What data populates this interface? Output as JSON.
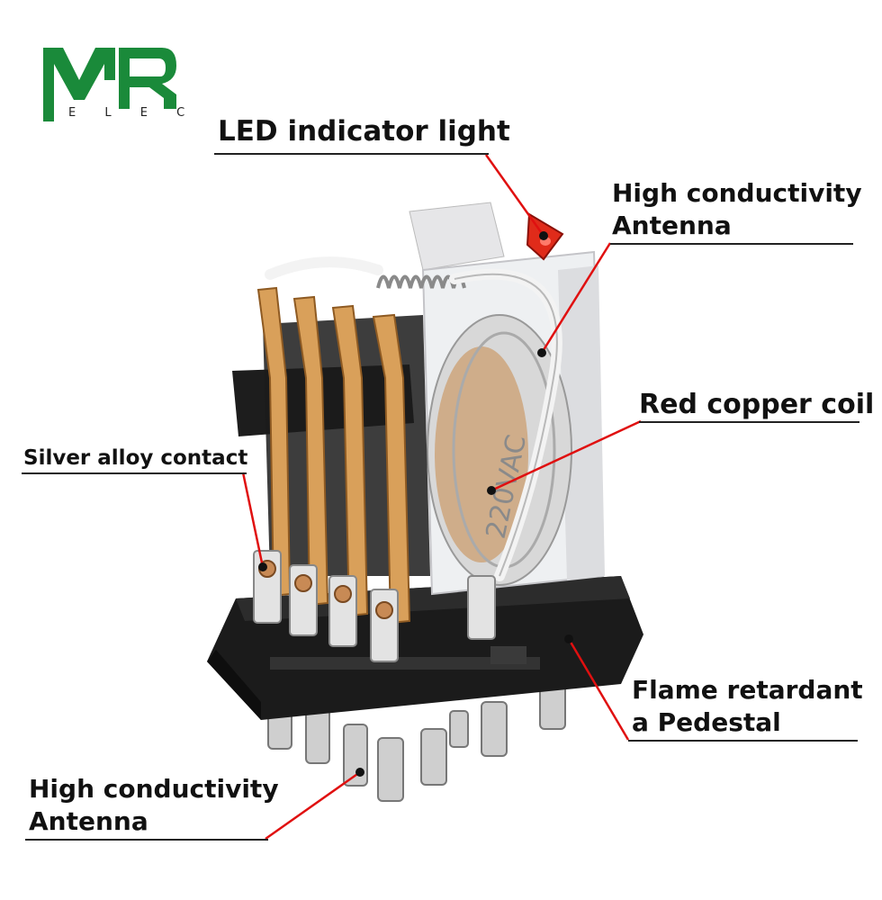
{
  "logo": {
    "letters": "MR",
    "subtext": "E L E C",
    "color": "#1a8a3a"
  },
  "callouts": [
    {
      "id": "led",
      "text": "LED indicator light"
    },
    {
      "id": "antenna-top",
      "line1": "High conductivity",
      "line2": "Antenna"
    },
    {
      "id": "coil",
      "text": "Red copper coil"
    },
    {
      "id": "contact",
      "text": "Silver alloy contact"
    },
    {
      "id": "pedestal",
      "line1": "Flame retardant",
      "line2": "a Pedestal"
    },
    {
      "id": "antenna-bottom",
      "line1": "High conductivity",
      "line2": "Antenna"
    }
  ],
  "coil_print": "220VAC",
  "colors": {
    "leader": "#e01010",
    "copper": "#d9a05a",
    "base": "#1b1b1b",
    "housing": "#e9e9ea",
    "led": "#e02b1a"
  }
}
